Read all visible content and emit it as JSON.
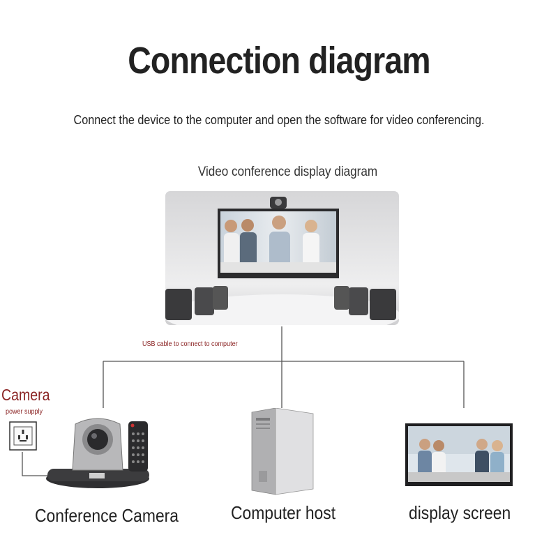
{
  "title": "Connection diagram",
  "subtitle": "Connect the device to the computer and open the software for video conferencing.",
  "diagram": {
    "caption": "Video conference display diagram",
    "usb_label": "USB cable to connect to computer",
    "camera_label": "Camera",
    "power_label": "power supply",
    "devices": {
      "camera": "Conference Camera",
      "host": "Computer host",
      "screen": "display screen"
    }
  },
  "colors": {
    "accent": "#8b2424",
    "text": "#222222",
    "line": "#555555"
  }
}
